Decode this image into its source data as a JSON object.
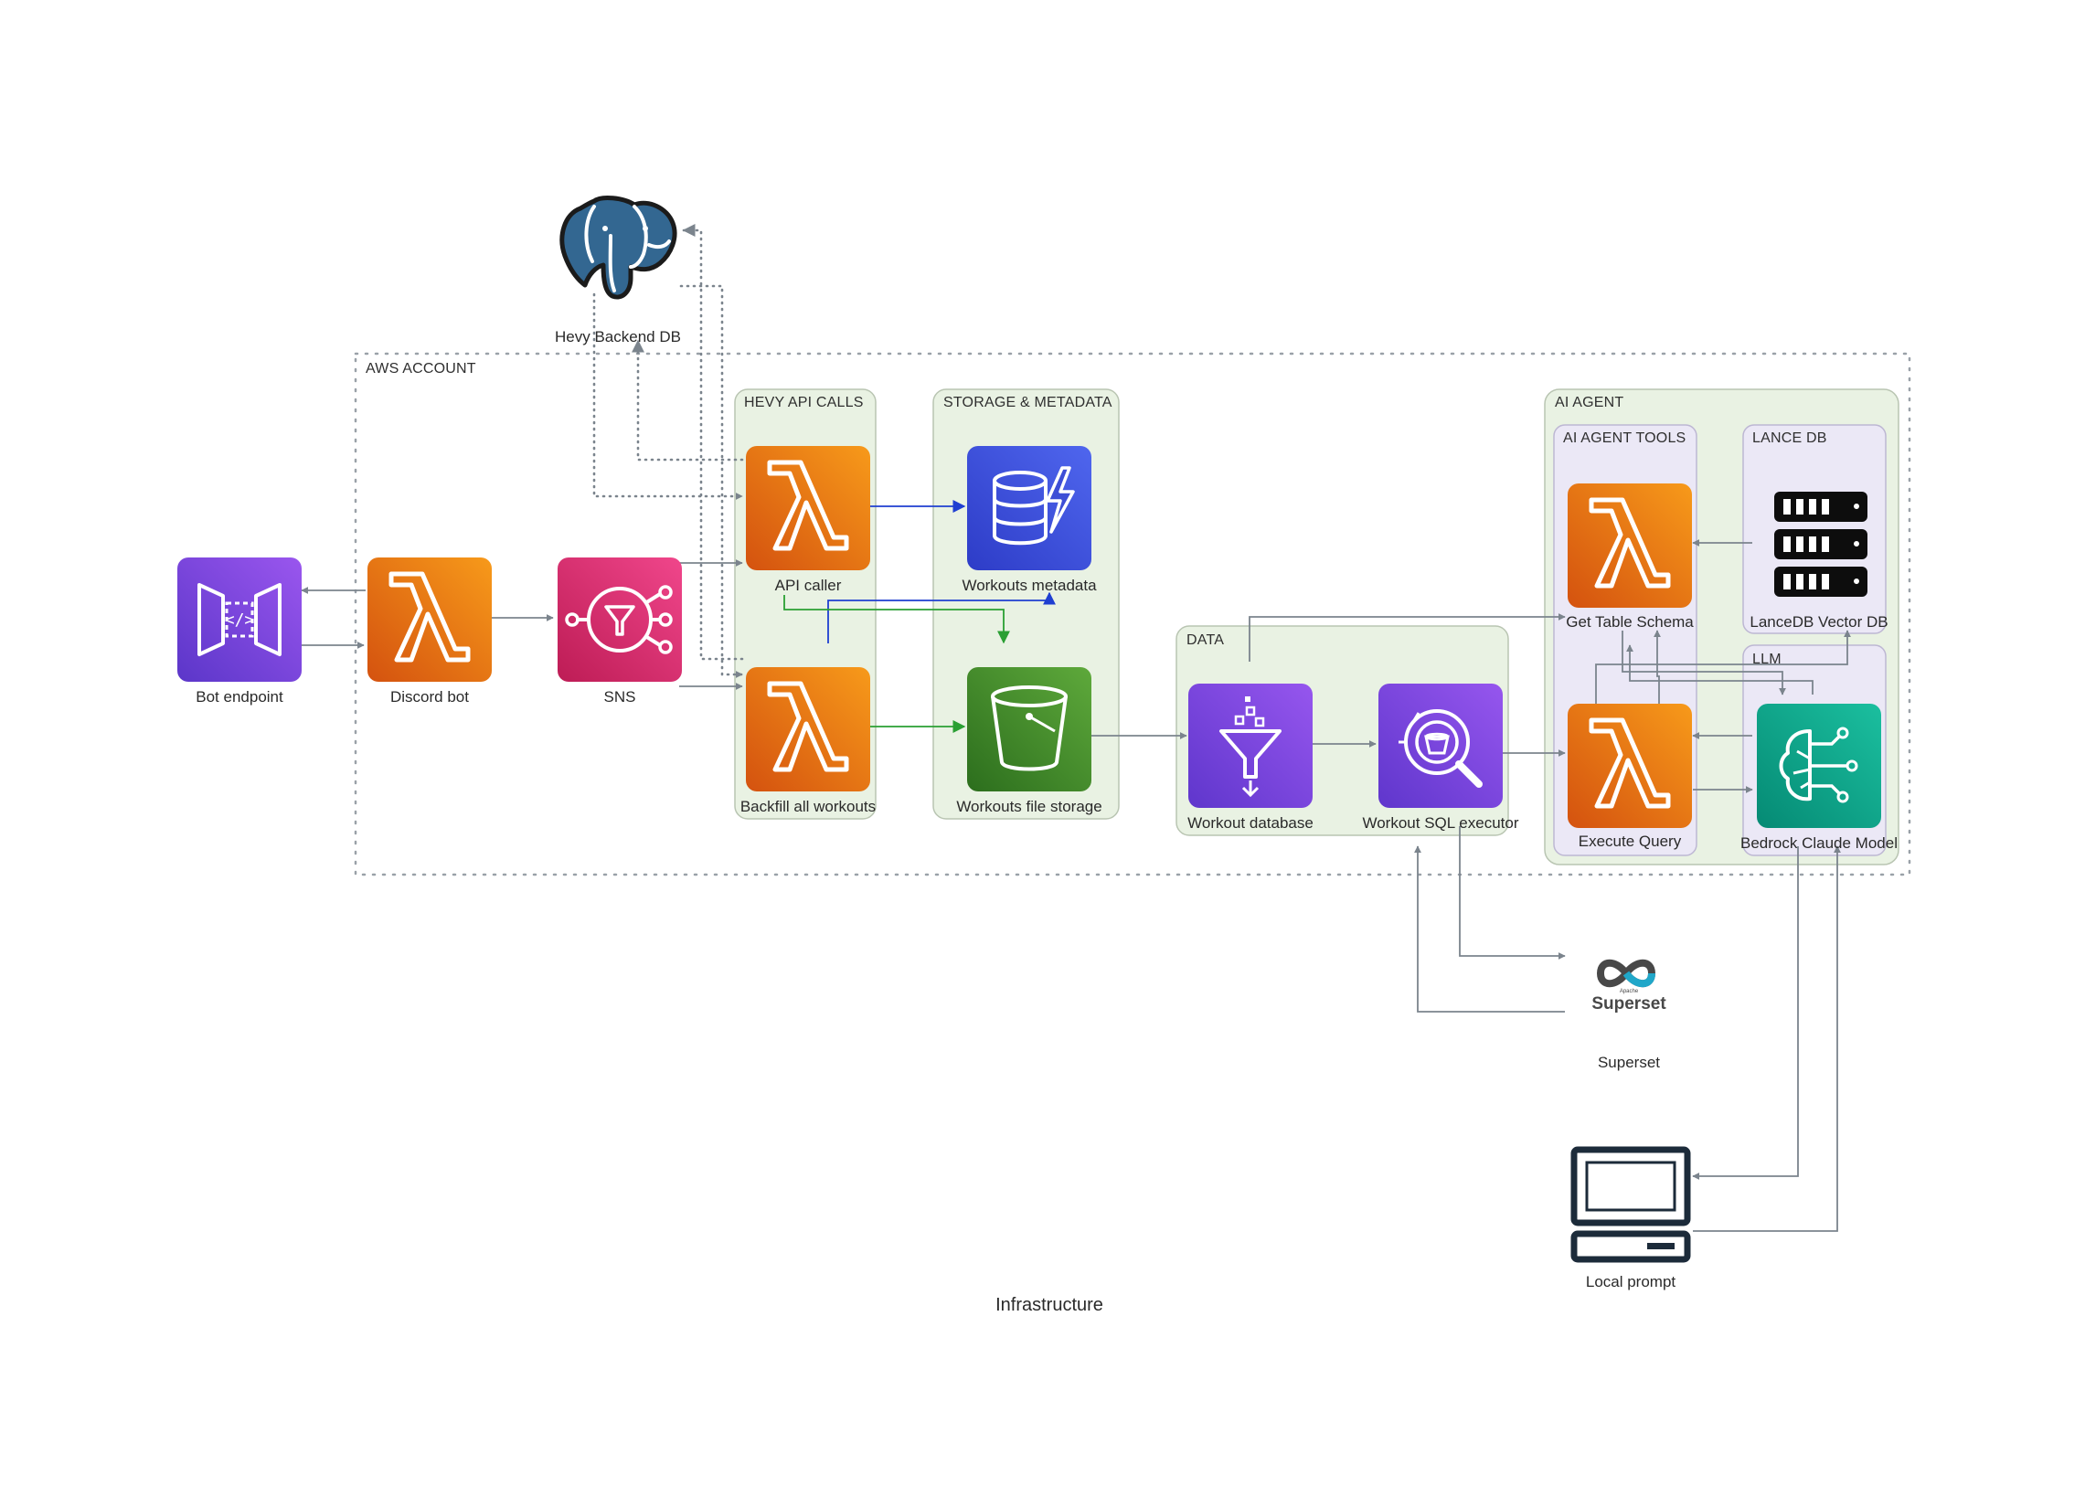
{
  "title": "Infrastructure",
  "colors": {
    "lambda": "#ea7a16",
    "api_gateway": "#7645d4",
    "sns": "#d62a64",
    "dynamodb": "#3d4ed6",
    "s3": "#3f8c28",
    "glue": "#7c45d8",
    "athena": "#7244d2",
    "bedrock": "#0fa58e",
    "postgres": "#336791",
    "group_fill": "#e9f2e3",
    "subgroup_fill": "#ebe8f6",
    "edge_gray": "#7b848d",
    "edge_blue": "#1f3fd1",
    "edge_green": "#2a9f33"
  },
  "groups": {
    "aws_account": "AWS ACCOUNT",
    "hevy_api_calls": "HEVY API CALLS",
    "storage_metadata": "STORAGE & METADATA",
    "data": "DATA",
    "ai_agent": "AI AGENT",
    "ai_agent_tools": "AI AGENT TOOLS",
    "lance_db": "LANCE DB",
    "llm": "LLM"
  },
  "nodes": {
    "hevy_backend_db": {
      "label": "Hevy Backend DB",
      "icon": "postgresql-elephant-icon"
    },
    "bot_endpoint": {
      "label": "Bot endpoint",
      "icon": "api-gateway-icon"
    },
    "discord_bot": {
      "label": "Discord bot",
      "icon": "lambda-icon"
    },
    "sns": {
      "label": "SNS",
      "icon": "sns-icon"
    },
    "api_caller": {
      "label": "API caller",
      "icon": "lambda-icon"
    },
    "backfill": {
      "label": "Backfill all workouts",
      "icon": "lambda-icon"
    },
    "workouts_metadata": {
      "label": "Workouts metadata",
      "icon": "dynamodb-icon"
    },
    "workouts_file_storage": {
      "label": "Workouts file storage",
      "icon": "s3-bucket-icon"
    },
    "workout_database": {
      "label": "Workout database",
      "icon": "glue-crawler-icon"
    },
    "workout_sql_executor": {
      "label": "Workout SQL executor",
      "icon": "athena-icon"
    },
    "get_table_schema": {
      "label": "Get Table Schema",
      "icon": "lambda-icon"
    },
    "execute_query": {
      "label": "Execute Query",
      "icon": "lambda-icon"
    },
    "lancedb_vector_db": {
      "label": "LanceDB Vector DB",
      "icon": "server-rack-icon"
    },
    "bedrock_claude_model": {
      "label": "Bedrock Claude Model",
      "icon": "bedrock-brain-icon"
    },
    "superset": {
      "label": "Superset",
      "logo_text": "Superset",
      "logo_small": "Apache",
      "icon": "superset-logo-icon"
    },
    "local_prompt": {
      "label": "Local prompt",
      "icon": "laptop-icon"
    }
  }
}
